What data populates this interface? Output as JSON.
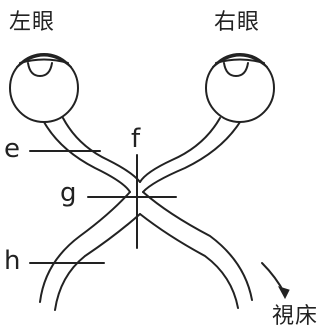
{
  "labels": {
    "left_eye": "左眼",
    "right_eye": "右眼",
    "e": "e",
    "f": "f",
    "g": "g",
    "h": "h",
    "thalamus": "視床"
  },
  "colors": {
    "ink": "#222222",
    "background": "#ffffff"
  }
}
